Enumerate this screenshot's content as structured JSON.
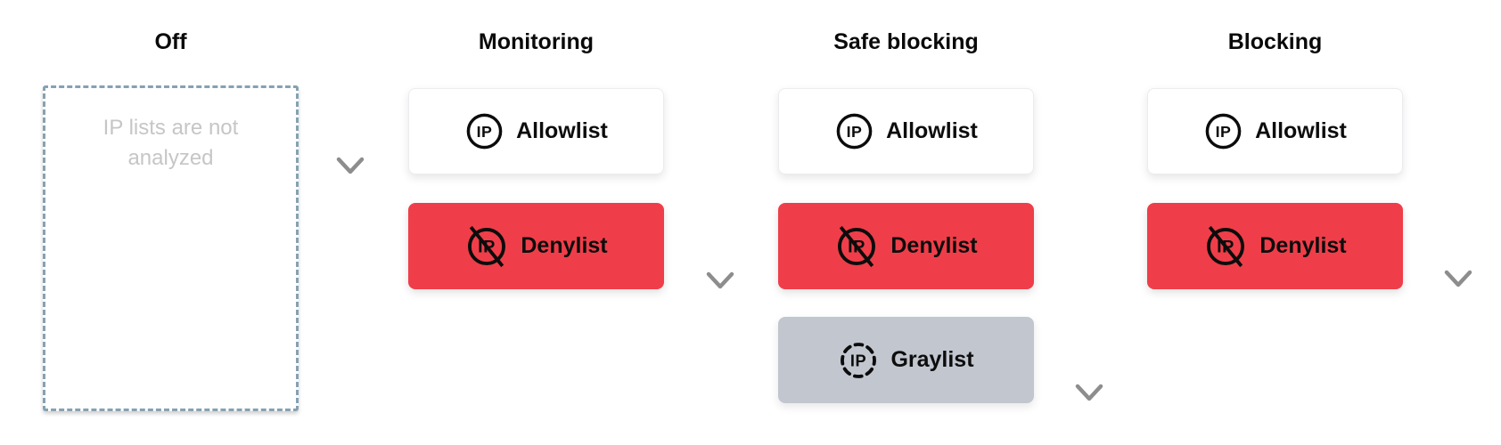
{
  "columns": [
    {
      "id": "off",
      "title": "Off",
      "note": "IP lists are not analyzed",
      "cards": []
    },
    {
      "id": "monitoring",
      "title": "Monitoring",
      "cards": [
        "allowlist",
        "denylist"
      ]
    },
    {
      "id": "safe-blocking",
      "title": "Safe blocking",
      "cards": [
        "allowlist",
        "denylist",
        "graylist"
      ]
    },
    {
      "id": "blocking",
      "title": "Blocking",
      "cards": [
        "allowlist",
        "denylist"
      ]
    }
  ],
  "card_types": {
    "allowlist": {
      "label": "Allowlist",
      "icon": "ip-circle-icon",
      "bg": "#ffffff"
    },
    "denylist": {
      "label": "Denylist",
      "icon": "ip-slashed-circle-icon",
      "bg": "#ef3e49"
    },
    "graylist": {
      "label": "Graylist",
      "icon": "ip-dashed-circle-icon",
      "bg": "#c1c6cf"
    }
  },
  "icons": {
    "ip_text": "IP"
  },
  "arrows": [
    {
      "position": "after-off",
      "ends_at": "allowlist-level"
    },
    {
      "position": "after-monitoring",
      "ends_at": "denylist-level"
    },
    {
      "position": "after-safe-blocking",
      "ends_at": "graylist-level"
    },
    {
      "position": "after-blocking",
      "ends_at": "denylist-level"
    }
  ],
  "colors": {
    "background": "#ffffff",
    "title_text": "#0a0a0a",
    "card_label_text": "#0d0d0d",
    "denylist_bg": "#ef3e49",
    "graylist_bg": "#c1c6cf",
    "allowlist_border": "#ececf0",
    "off_box_border": "#86a1b2",
    "note_text": "#c6c6c6",
    "arrow_gradient_start": "#141414",
    "arrow_gradient_end": "#8f8f8f"
  }
}
